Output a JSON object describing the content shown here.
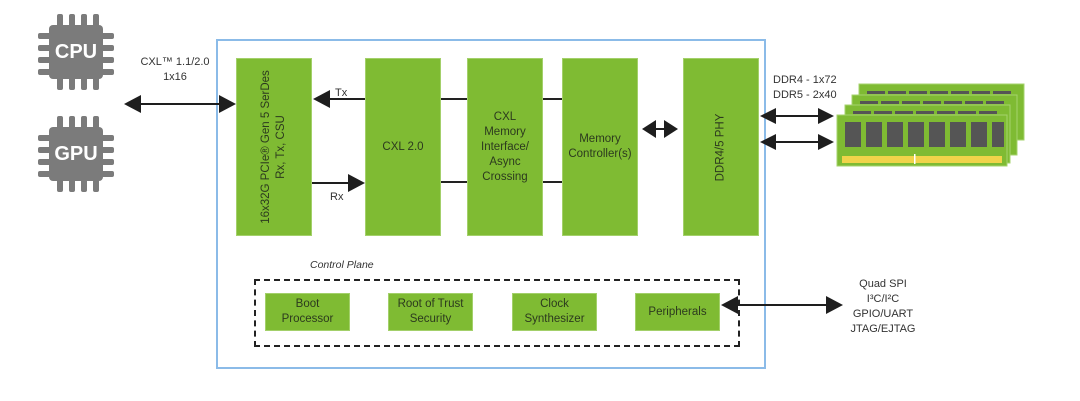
{
  "hosts": [
    {
      "label": "CPU",
      "icon": "cpu-chip-icon"
    },
    {
      "label": "GPU",
      "icon": "gpu-chip-icon"
    }
  ],
  "link": {
    "line1": "CXL™ 1.1/2.0",
    "line2": "1x16"
  },
  "blocks": {
    "serdes": {
      "line1": "16x32G PCIe® Gen 5 SerDes",
      "line2": "Rx, Tx, CSU"
    },
    "cxl": {
      "label": "CXL 2.0"
    },
    "cxl_mem": {
      "lines": [
        "CXL",
        "Memory",
        "Interface/",
        "Async",
        "Crossing"
      ]
    },
    "mem_ctrl": {
      "lines": [
        "Memory",
        "Controller(s)"
      ]
    },
    "phy": {
      "label": "DDR4/5 PHY"
    }
  },
  "signals": {
    "tx": "Tx",
    "rx": "Rx"
  },
  "ddr": {
    "line1": "DDR4 - 1x72",
    "line2": "DDR5 - 2x40",
    "icon": "dimm-memory-icon"
  },
  "control_plane": {
    "title": "Control Plane",
    "items": [
      {
        "lines": [
          "Boot",
          "Processor"
        ]
      },
      {
        "lines": [
          "Root of Trust",
          "Security"
        ]
      },
      {
        "lines": [
          "Clock",
          "Synthesizer"
        ]
      },
      {
        "lines": [
          "Peripherals"
        ]
      }
    ]
  },
  "interfaces": [
    "Quad SPI",
    "I³C/I²C",
    "GPIO/UART",
    "JTAG/EJTAG"
  ],
  "colors": {
    "block_green": "#7fbb33",
    "frame_blue": "#8bbbe8",
    "chip_gray": "#7b7b7b",
    "dimm_gold": "#f0d44a"
  }
}
